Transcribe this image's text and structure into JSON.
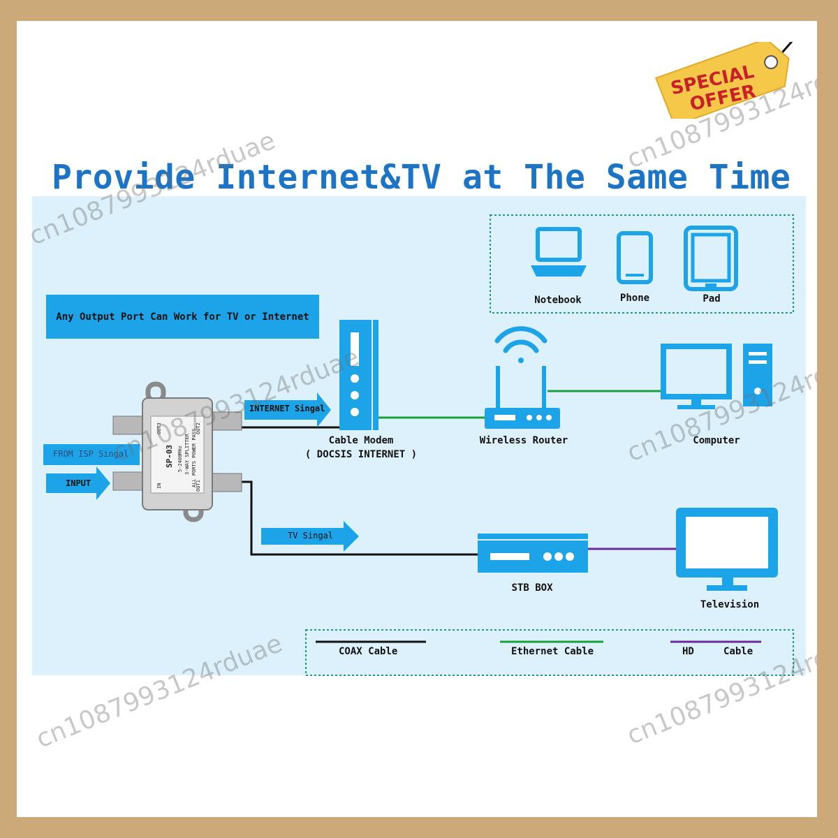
{
  "title": "Provide Internet&TV at The Same Time",
  "note": "Any Output Port Can Work for TV or Internet",
  "badge": {
    "line1": "SPECIAL",
    "line2": "OFFER"
  },
  "watermark": "cn1087993124rduae",
  "arrows": {
    "from_isp": "FROM ISP Singal",
    "input": "INPUT",
    "internet": "INTERNET Singal",
    "tv": "TV Singal"
  },
  "splitter": {
    "model": "SP-03",
    "freq": "5-2400MHz",
    "type": "3-WAY SPLITTER",
    "pass": "ALL PORTS POWER PASS",
    "out1": "OUT1",
    "out2": "OUT2",
    "out3": "OUT3",
    "in": "IN"
  },
  "devices": {
    "notebook": "Notebook",
    "phone": "Phone",
    "pad": "Pad",
    "cable_modem": "Cable Modem",
    "cable_modem_sub": "( DOCSIS INTERNET )",
    "router": "Wireless Router",
    "computer": "Computer",
    "stb": "STB BOX",
    "television": "Television"
  },
  "legend": {
    "coax": "COAX Cable",
    "ethernet": "Ethernet Cable",
    "hd": "HD     Cable"
  },
  "colors": {
    "device_blue": "#1da4e8",
    "title_blue": "#1d74c4",
    "coax": "#111111",
    "ethernet": "#1aa03a",
    "hd": "#6a2a9a",
    "panel": "#dcf1fb",
    "border": "#cba978"
  }
}
